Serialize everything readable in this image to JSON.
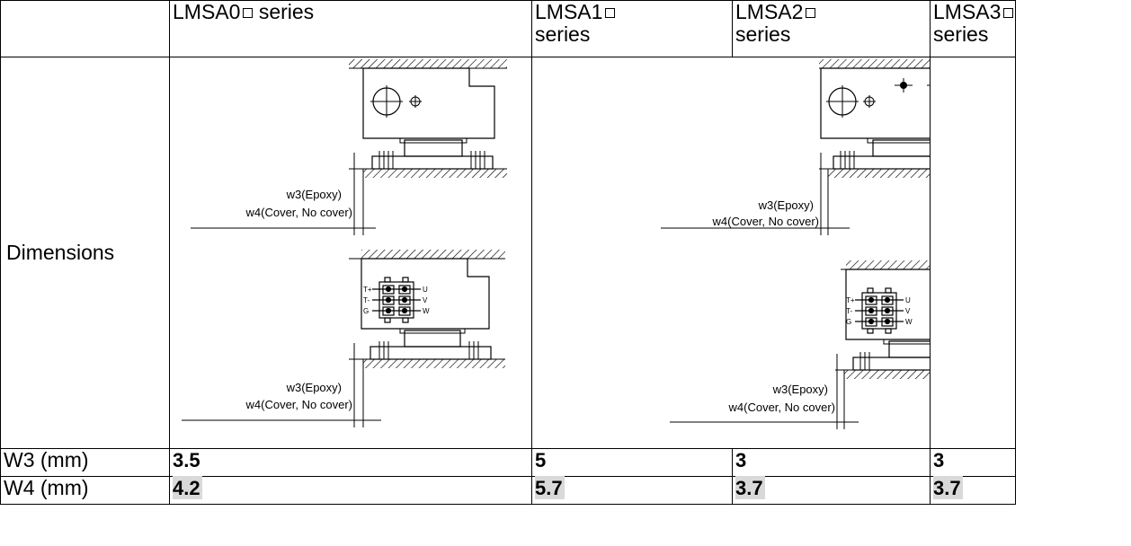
{
  "table": {
    "header": {
      "corner": "",
      "col1": "LMSA0",
      "col2": "LMSA1",
      "col3": "LMSA2",
      "col4": "LMSA3",
      "suffix": "series"
    },
    "dimensions": {
      "row_label": "Dimensions",
      "drawing_labels": {
        "w3": "w3(Epoxy)",
        "w4": "w4(Cover, No cover)",
        "t_plus": "T+",
        "t_minus": "T-",
        "g": "G",
        "u": "U",
        "v": "V",
        "w": "W"
      }
    },
    "rows": [
      {
        "label": "W3 (mm)",
        "values": [
          "3.5",
          "5",
          "3",
          "3"
        ],
        "highlighted": false
      },
      {
        "label": "W4 (mm)",
        "values": [
          "4.2",
          "5.7",
          "3.7",
          "3.7"
        ],
        "highlighted": true
      }
    ]
  }
}
